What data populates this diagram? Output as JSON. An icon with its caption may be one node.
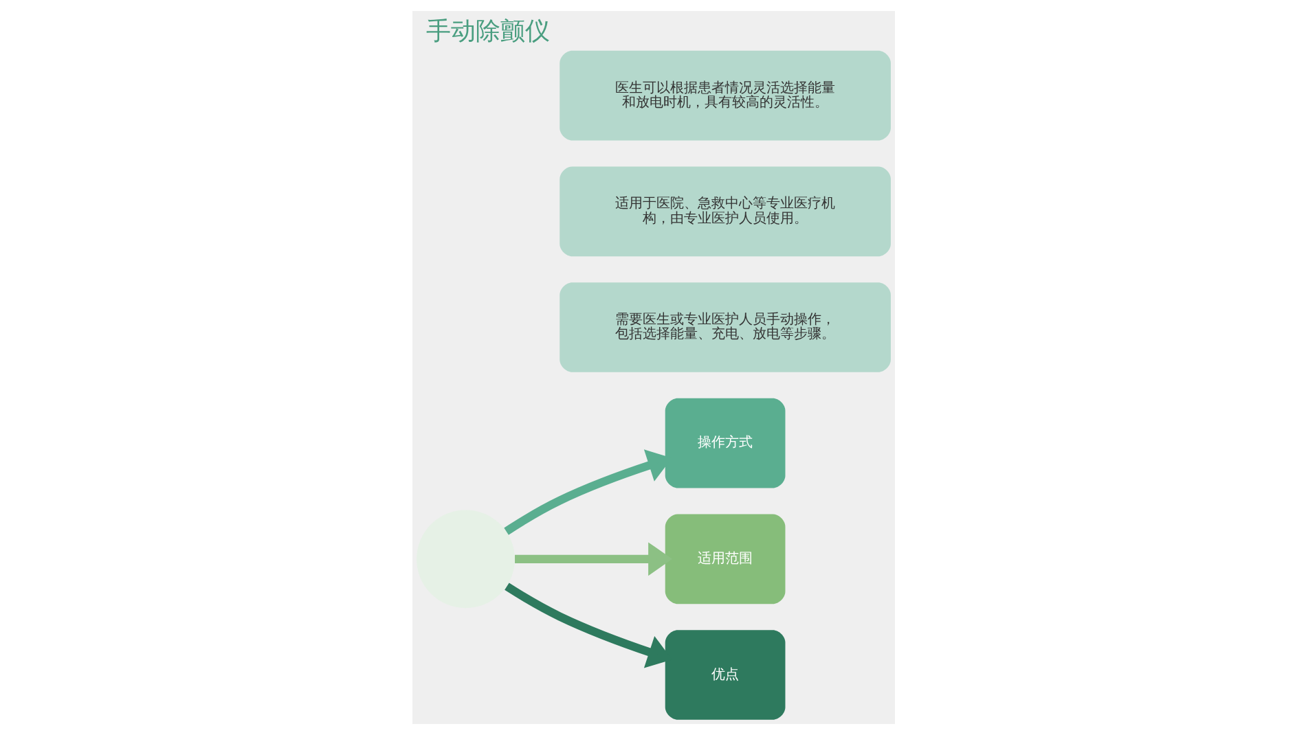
{
  "diagram": {
    "title": "手动除颤仪",
    "nodes": [
      {
        "text": [],
        "shape": "circle"
      },
      {
        "text": [
          "操作方式"
        ]
      },
      {
        "text": [
          "需要医生或专业医护人员手动操作，包括选择能量、充电、放电等步骤。"
        ]
      },
      {
        "text": [
          "适用范围"
        ]
      },
      {
        "text": [
          "适用于医院、急救中心等专业医疗机构，由专业医护人员使用。"
        ]
      },
      {
        "text": [
          "优点"
        ]
      },
      {
        "text": [
          "医生可以根据患者情况灵活选择能量和放电时机，具有较高的灵活性。"
        ]
      }
    ],
    "edges": [
      {
        "from": 0,
        "to": 1,
        "arrow": "to"
      },
      {
        "from": 0,
        "to": 3,
        "arrow": "to",
        "color": "#8cc084"
      },
      {
        "from": 0,
        "to": 5,
        "arrow": "to",
        "color": "#2e7a5e"
      }
    ]
  }
}
